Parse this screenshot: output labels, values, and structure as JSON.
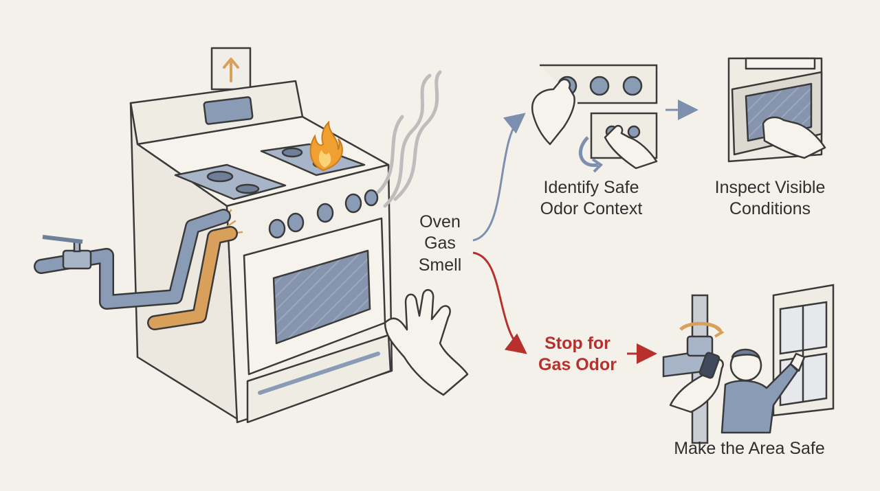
{
  "hub": {
    "lines": [
      "Oven",
      "Gas",
      "Smell"
    ]
  },
  "steps": {
    "identify": {
      "lines": [
        "Identify Safe",
        "Odor Context"
      ]
    },
    "inspect": {
      "lines": [
        "Inspect Visible",
        "Conditions"
      ]
    },
    "stop": {
      "lines": [
        "Stop for",
        "Gas Odor"
      ]
    },
    "safe": {
      "lines": [
        "Make the Area Safe"
      ]
    }
  },
  "colors": {
    "background": "#f4f1ea",
    "ink": "#3a3a3a",
    "steel_blue": "#8a9bb5",
    "copper": "#d9a05b",
    "flame": "#f0a030",
    "arrow_blue": "#7d8fae",
    "alert_red": "#b8302c"
  },
  "icons": [
    "gas-stove",
    "gas-pipe",
    "shutoff-valve",
    "flame",
    "odor-wisps",
    "hand",
    "control-knob",
    "oven-door",
    "window",
    "person"
  ]
}
